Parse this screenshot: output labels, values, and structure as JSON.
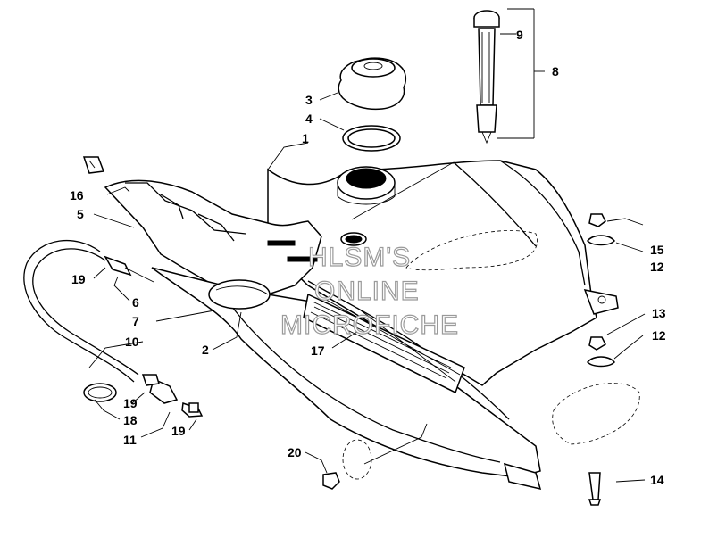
{
  "watermark": {
    "line1": "HLSM'S",
    "line2": "ONLINE",
    "line3": "MICROFICHE"
  },
  "callouts": {
    "c1": "1",
    "c2": "2",
    "c3": "3",
    "c4": "4",
    "c5": "5",
    "c6": "6",
    "c7": "7",
    "c8": "8",
    "c9": "9",
    "c10": "10",
    "c11": "11",
    "c12a": "12",
    "c12b": "12",
    "c13": "13",
    "c14": "14",
    "c15": "15",
    "c16": "16",
    "c17": "17",
    "c18": "18",
    "c19a": "19",
    "c19b": "19",
    "c19c": "19",
    "c20": "20"
  }
}
